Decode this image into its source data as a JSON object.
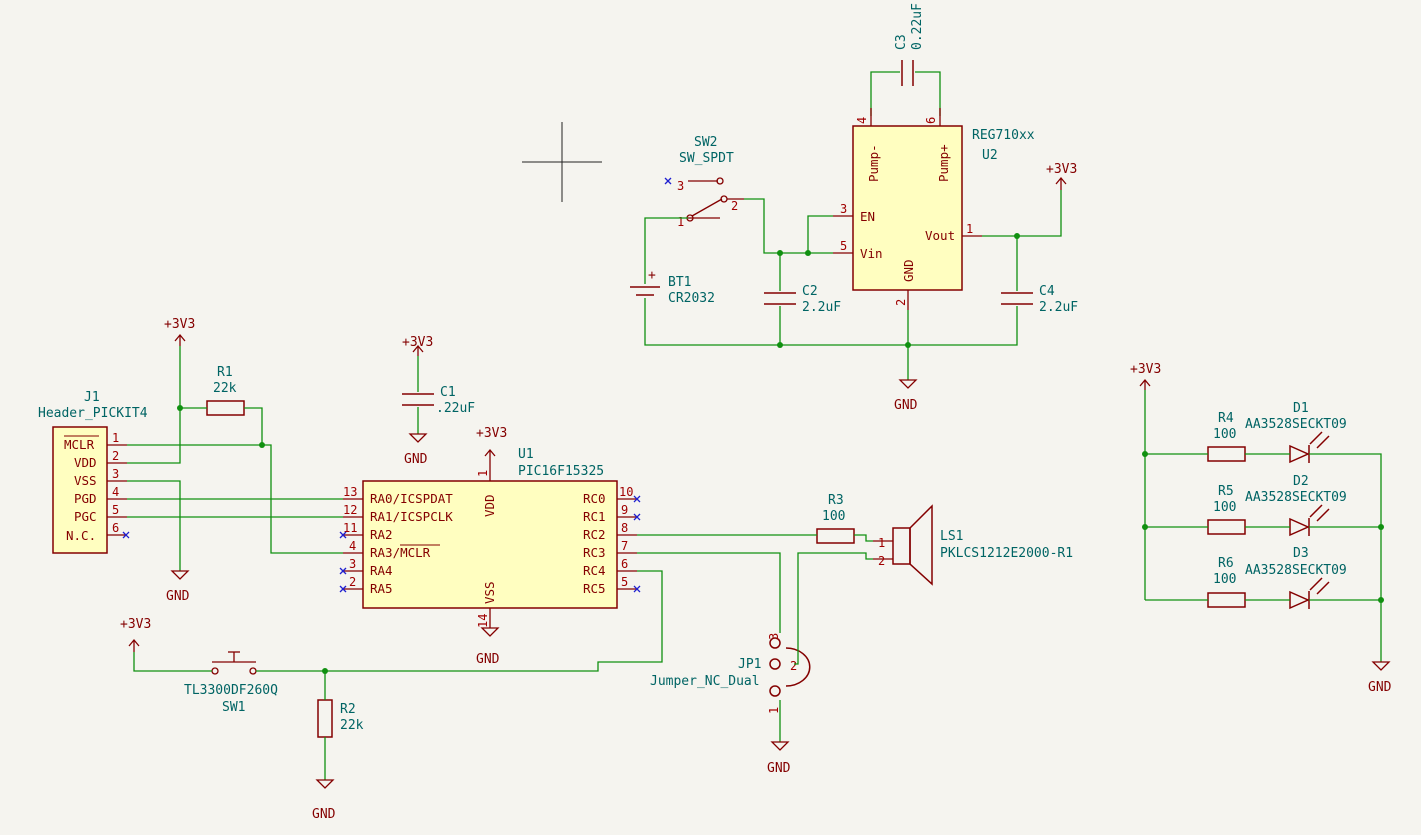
{
  "nets": {
    "vcc": "+3V3",
    "gnd": "GND"
  },
  "components": {
    "C3": {
      "ref": "C3",
      "value": "0.22uF",
      "pins": [
        "4",
        "6"
      ]
    },
    "U2": {
      "ref": "U2",
      "value": "REG710xx",
      "pins": {
        "pump_minus": "Pump-",
        "pump_plus": "Pump+",
        "en": "EN",
        "vin": "Vin",
        "gnd": "GND",
        "vout": "Vout"
      },
      "pin_numbers": {
        "en": "3",
        "vin": "5",
        "gnd": "2",
        "vout": "1"
      }
    },
    "SW2": {
      "ref": "SW2",
      "value": "SW_SPDT",
      "pins": [
        "1",
        "2",
        "3"
      ]
    },
    "BT1": {
      "ref": "BT1",
      "value": "CR2032",
      "plus": "+"
    },
    "C2": {
      "ref": "C2",
      "value": "2.2uF"
    },
    "C4": {
      "ref": "C4",
      "value": "2.2uF"
    },
    "C1": {
      "ref": "C1",
      "value": ".22uF"
    },
    "R1": {
      "ref": "R1",
      "value": "22k"
    },
    "R2": {
      "ref": "R2",
      "value": "22k"
    },
    "R3": {
      "ref": "R3",
      "value": "100"
    },
    "R4": {
      "ref": "R4",
      "value": "100"
    },
    "R5": {
      "ref": "R5",
      "value": "100"
    },
    "R6": {
      "ref": "R6",
      "value": "100"
    },
    "D1": {
      "ref": "D1",
      "value": "AA3528SECKT09"
    },
    "D2": {
      "ref": "D2",
      "value": "AA3528SECKT09"
    },
    "D3": {
      "ref": "D3",
      "value": "AA3528SECKT09"
    },
    "LS1": {
      "ref": "LS1",
      "value": "PKLCS1212E2000-R1",
      "pins": [
        "1",
        "2"
      ]
    },
    "JP1": {
      "ref": "JP1",
      "value": "Jumper_NC_Dual",
      "pins": [
        "3",
        "2",
        "1"
      ]
    },
    "SW1": {
      "ref": "SW1",
      "value": "TL3300DF260Q"
    },
    "J1": {
      "ref": "J1",
      "value": "Header_PICKIT4",
      "pins": [
        {
          "num": "1",
          "name": "MCLR"
        },
        {
          "num": "2",
          "name": "VDD"
        },
        {
          "num": "3",
          "name": "VSS"
        },
        {
          "num": "4",
          "name": "PGD"
        },
        {
          "num": "5",
          "name": "PGC"
        },
        {
          "num": "6",
          "name": "N.C."
        }
      ]
    },
    "U1": {
      "ref": "U1",
      "value": "PIC16F15325",
      "vdd": {
        "name": "VDD",
        "num": "1"
      },
      "vss": {
        "name": "VSS",
        "num": "14"
      },
      "left_pins": [
        {
          "num": "13",
          "name": "RA0/ICSPDAT"
        },
        {
          "num": "12",
          "name": "RA1/ICSPCLK"
        },
        {
          "num": "11",
          "name": "RA2"
        },
        {
          "num": "4",
          "name": "RA3/MCLR"
        },
        {
          "num": "3",
          "name": "RA4"
        },
        {
          "num": "2",
          "name": "RA5"
        }
      ],
      "right_pins": [
        {
          "num": "10",
          "name": "RC0"
        },
        {
          "num": "9",
          "name": "RC1"
        },
        {
          "num": "8",
          "name": "RC2"
        },
        {
          "num": "7",
          "name": "RC3"
        },
        {
          "num": "6",
          "name": "RC4"
        },
        {
          "num": "5",
          "name": "RC5"
        }
      ]
    }
  }
}
